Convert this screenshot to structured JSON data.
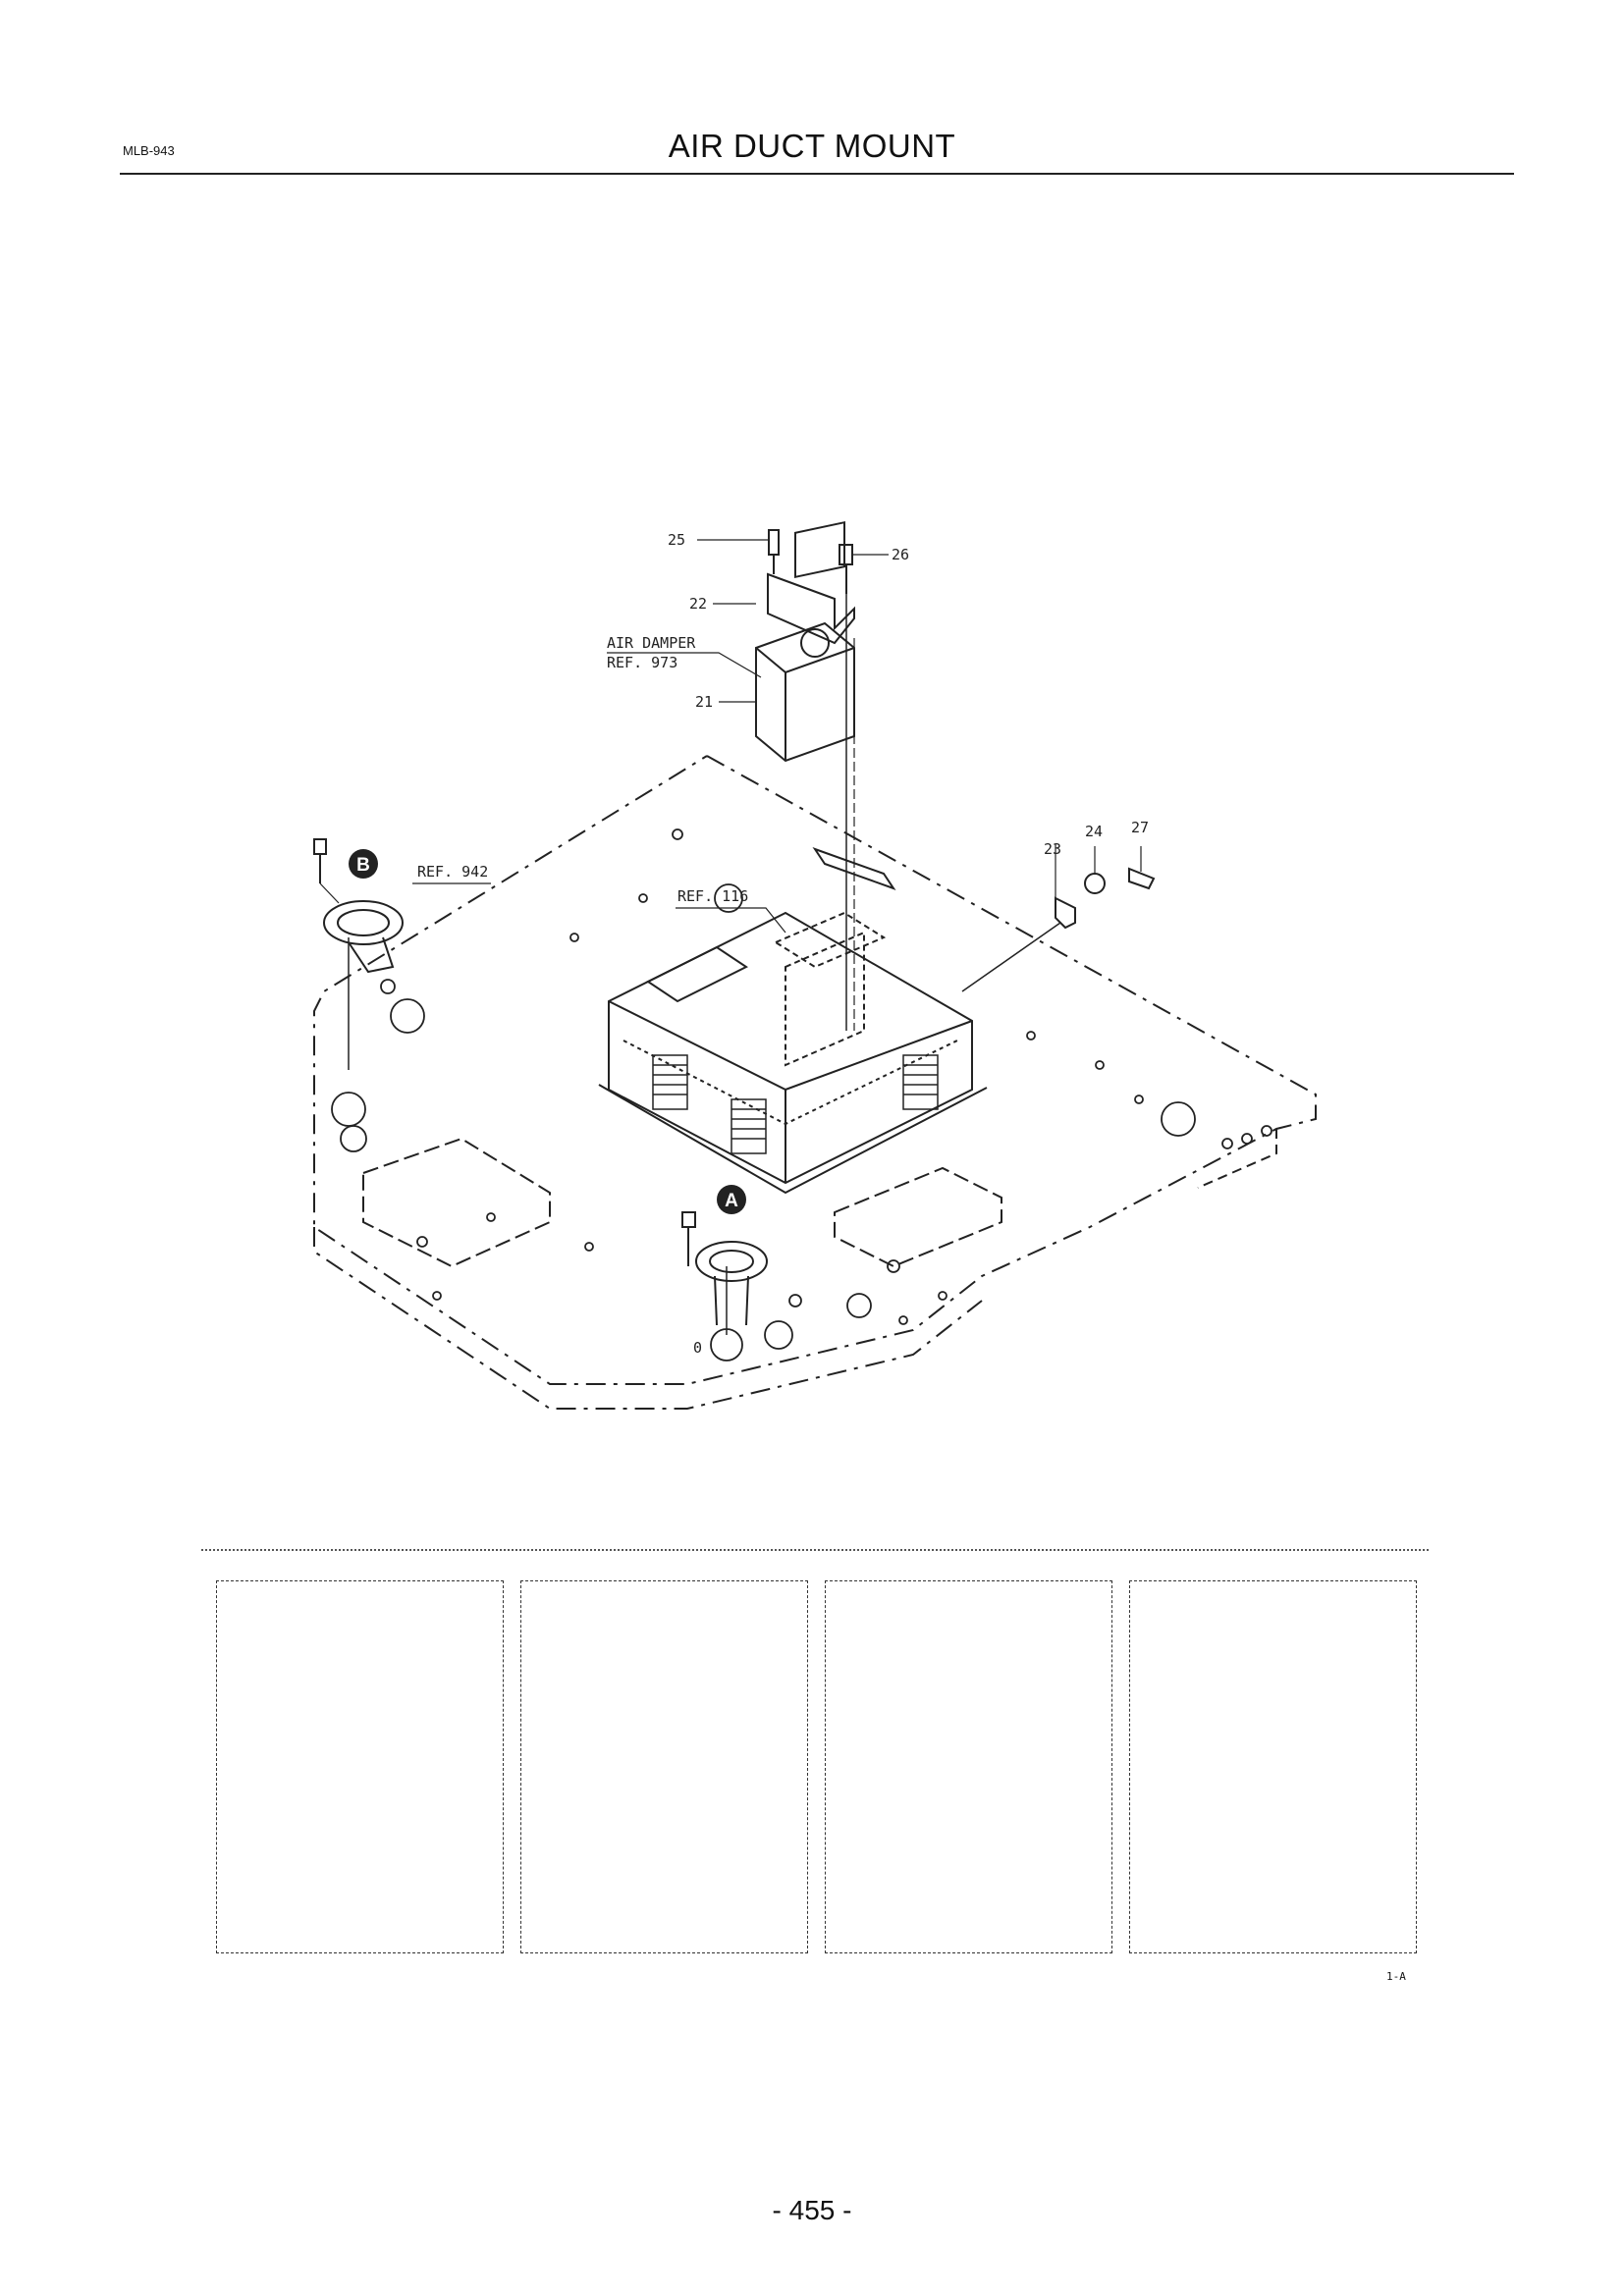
{
  "header": {
    "code": "MLB-943",
    "title": "AIR DUCT MOUNT"
  },
  "diagram": {
    "callouts": {
      "p25": "25",
      "p26": "26",
      "p22": "22",
      "air_damper": "AIR DAMPER",
      "ref973": "REF. 973",
      "p21": "21",
      "p23": "23",
      "p24": "24",
      "p27": "27",
      "ref942": "REF. 942",
      "ref116": "REF. 116",
      "marker_b": "B",
      "marker_a": "A",
      "zero": "0"
    }
  },
  "figure_code": "1-A",
  "page_number": "- 455 -"
}
